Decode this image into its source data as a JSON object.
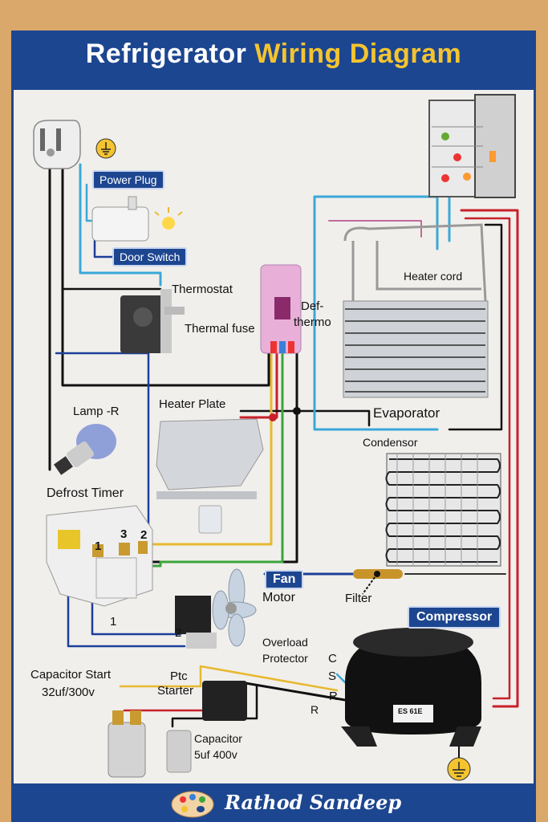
{
  "title": {
    "main": "Refrigerator",
    "accent": "Wiring Diagram"
  },
  "labels": {
    "power_plug": "Power Plug",
    "door_switch": "Door Switch",
    "thermostat": "Thermostat",
    "thermal_fuse": "Thermal fuse",
    "def_thermo_1": "Def-",
    "def_thermo_2": "thermo",
    "heater_cord": "Heater cord",
    "evaporator": "Evaporator",
    "heater_plate": "Heater Plate",
    "lamp": "Lamp -R",
    "condensor": "Condensor",
    "defrost_timer": "Defrost Timer",
    "pin_1": "1",
    "pin_2": "2",
    "pin_3": "3",
    "pin_1b": "1",
    "pin_2b": "2",
    "fan": "Fan",
    "motor": "Motor",
    "filter": "Filter",
    "compressor": "Compressor",
    "overload_1": "Overload",
    "overload_2": "Protector",
    "c": "C",
    "s": "S",
    "r": "R",
    "r2": "R",
    "cap_start_1": "Capacitor Start",
    "cap_start_2": "32uf/300v",
    "ptc_1": "Ptc",
    "ptc_2": "Starter",
    "cap_1": "Capacitor",
    "cap_2": "5uf 400v",
    "compressor_badge": "ES 61E"
  },
  "signature": "Rathod Sandeep",
  "colors": {
    "frame_blue": "#1d4690",
    "accent_yellow": "#f4c430",
    "wire_black": "#111111",
    "wire_blue": "#3aa8d8",
    "wire_red": "#c8202a",
    "wire_green": "#3aa63a",
    "wire_yellow": "#e8b830",
    "wire_navy": "#1d3f9a"
  }
}
